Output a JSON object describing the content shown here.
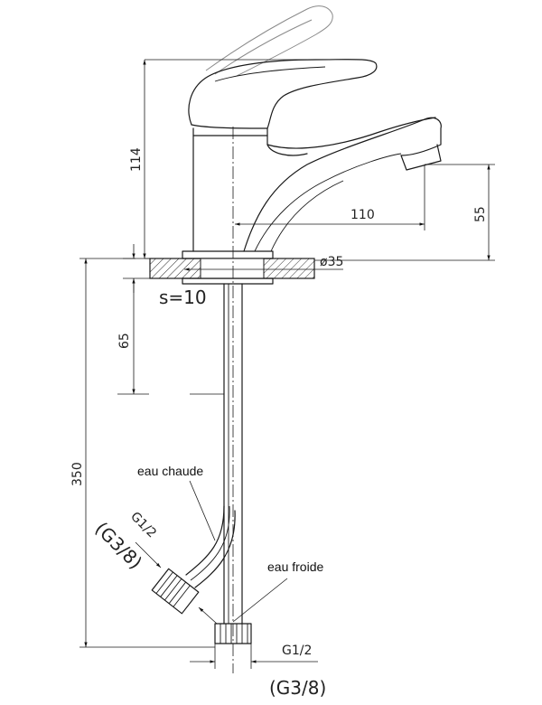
{
  "dimensions": {
    "height_total": "114",
    "spout_reach": "110",
    "spout_height": "55",
    "diameter": "ø35",
    "deck_thickness": "s=10",
    "below_deck": "65",
    "hose_length": "350"
  },
  "threads": {
    "hot_small": "G1/2",
    "hot_large": "(G3/8)",
    "cold_small": "G1/2",
    "cold_large": "(G3/8)"
  },
  "notes": {
    "hot_water": "eau chaude",
    "cold_water": "eau froide"
  }
}
